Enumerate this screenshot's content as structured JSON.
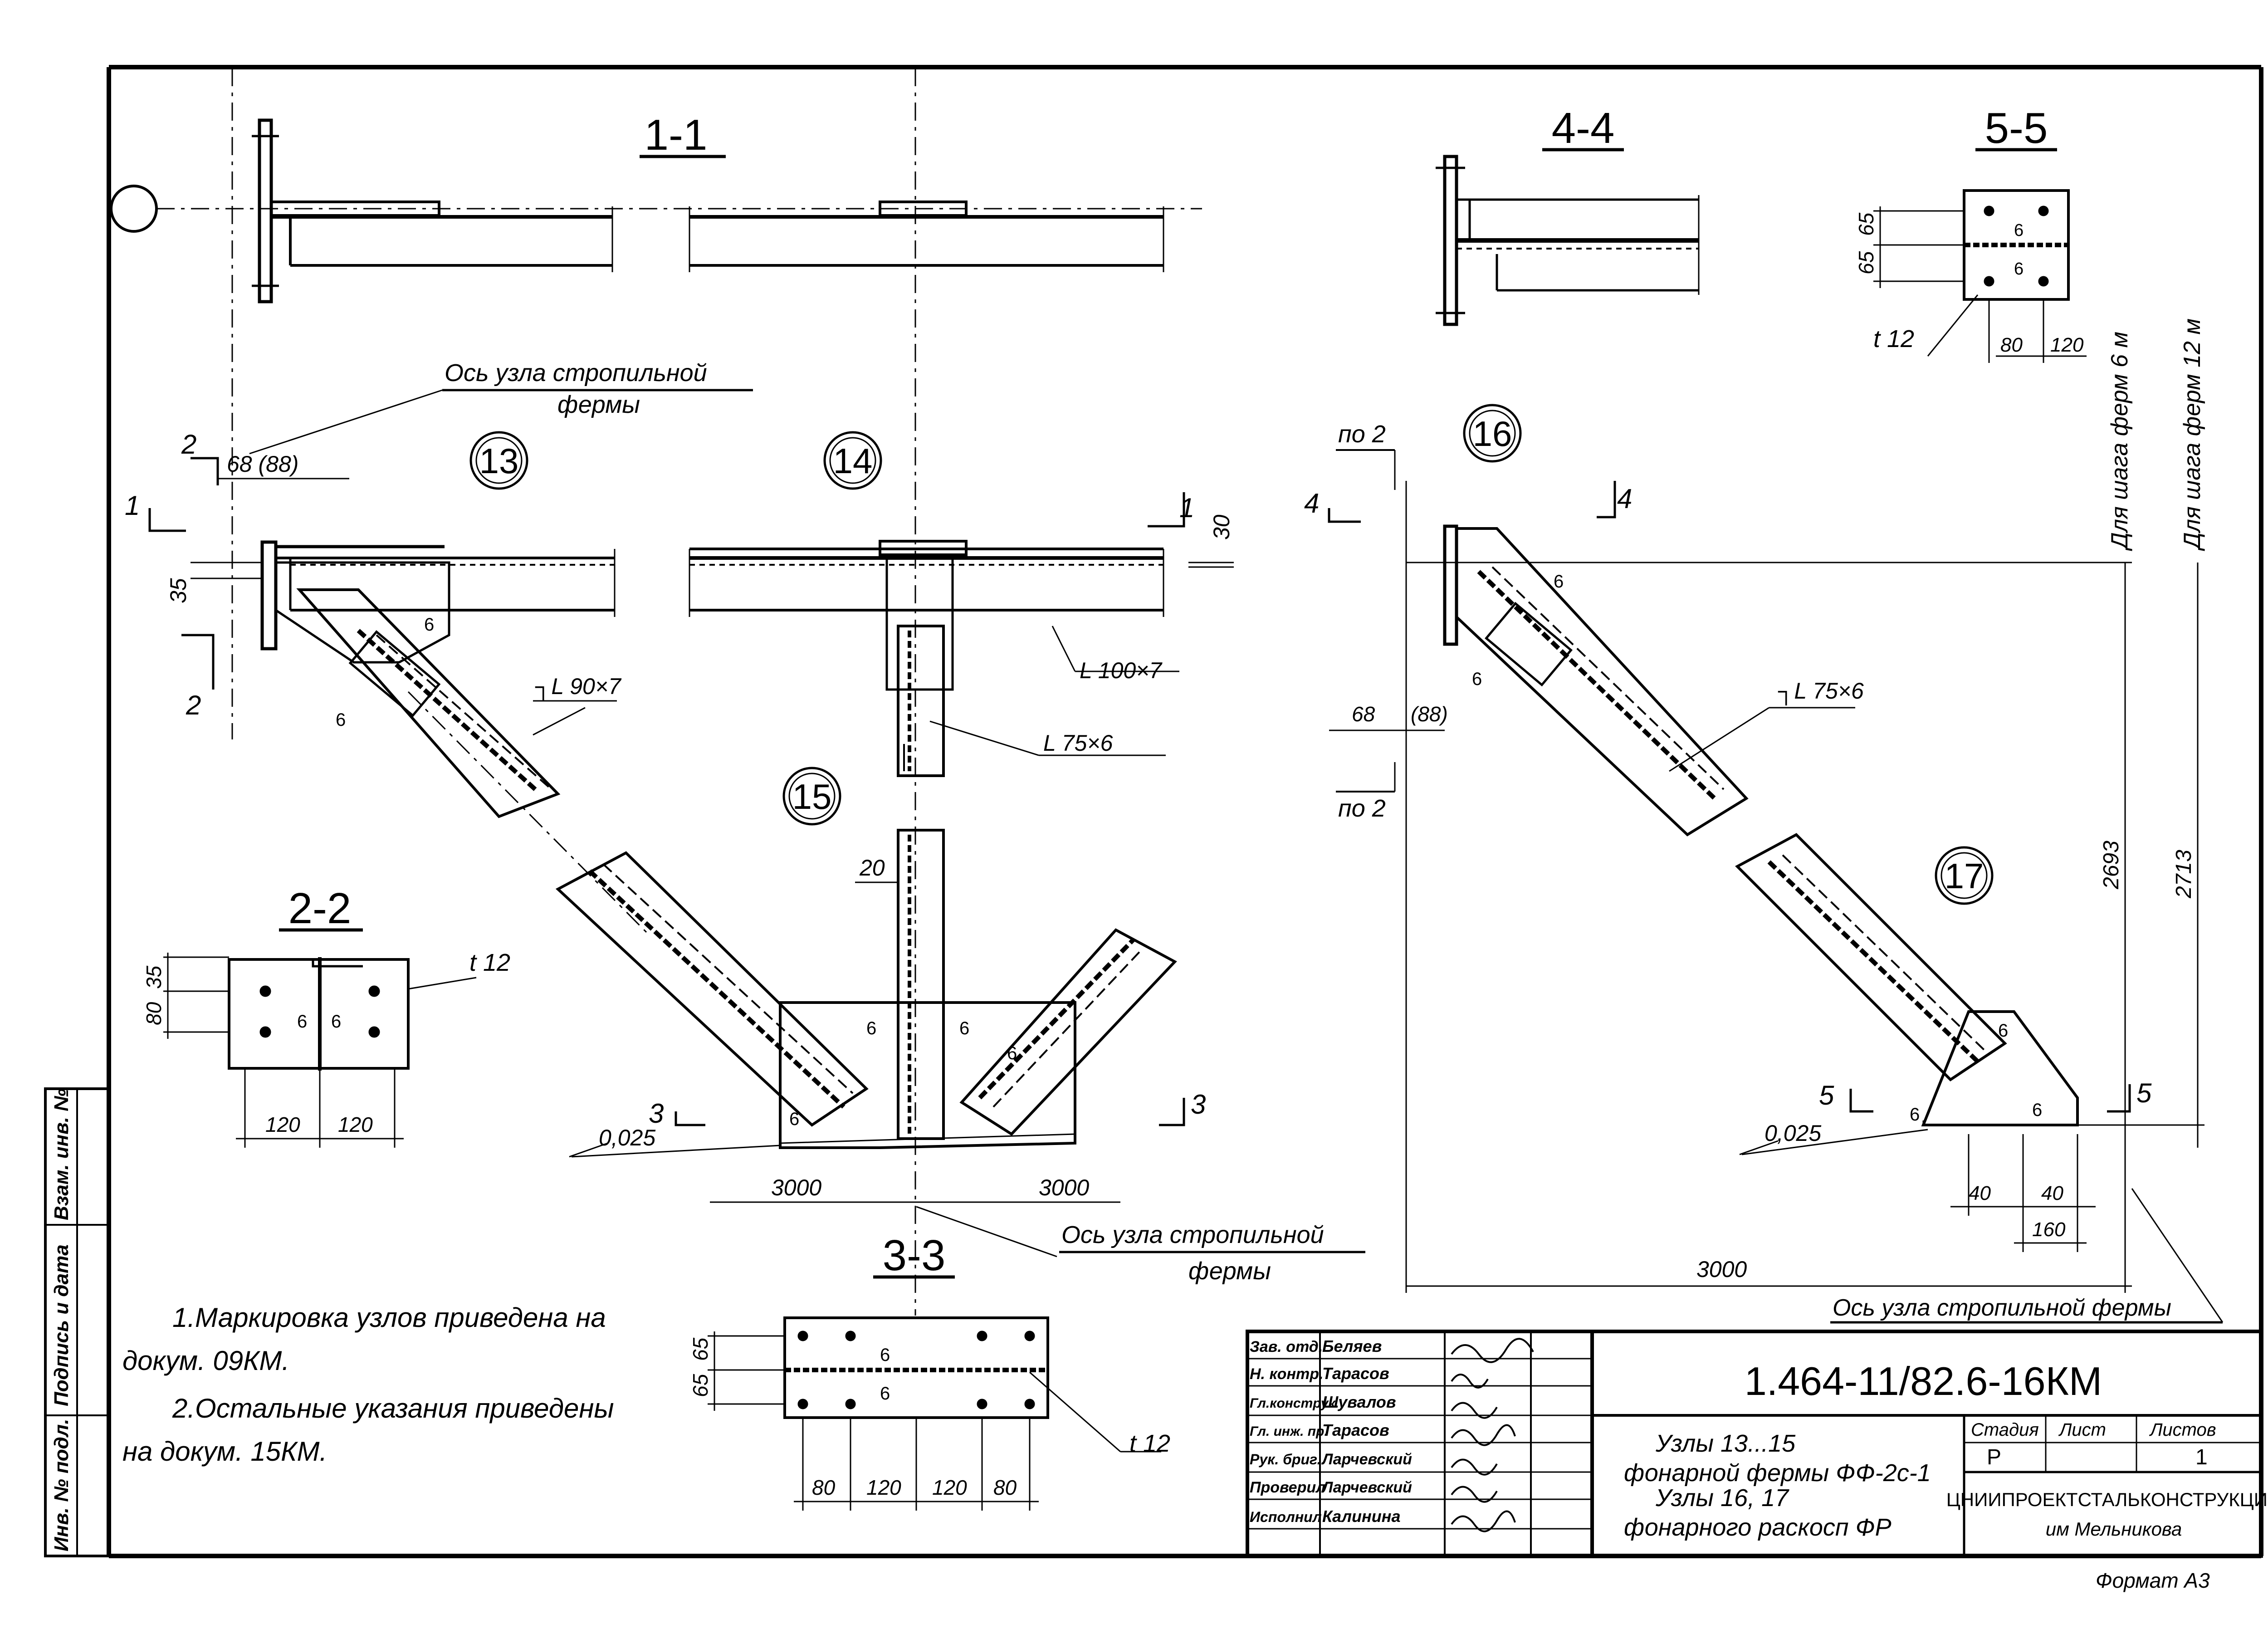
{
  "sections": {
    "s11": "1-1",
    "s22": "2-2",
    "s33": "3-3",
    "s44": "4-4",
    "s55": "5-5"
  },
  "nodes": {
    "n13": "13",
    "n14": "14",
    "n15": "15",
    "n16": "16",
    "n17": "17"
  },
  "labels": {
    "truss_axis_top_l1": "Ось узла стропильной",
    "truss_axis_top_l2": "фермы",
    "truss_axis_bottom_l1": "Ось узла стропильной",
    "truss_axis_bottom_l2": "фермы",
    "truss_axis_right": "Ось узла стропильной фермы",
    "angle_90x7": "┐L 90×7",
    "angle_100x7": "L 100×7",
    "angle_75x6_mid": "L 75×6",
    "angle_75x6_right": "┐L 75×6",
    "plate_t12_22": "t 12",
    "plate_t12_33": "t 12",
    "plate_t12_55": "t 12",
    "step_6m": "Для шага ферм 6 м",
    "step_12m": "Для шага ферм 12 м",
    "po2_top": "по 2",
    "po2_bottom": "по 2",
    "slope_left": "0,025",
    "slope_right": "0,025"
  },
  "cuts": {
    "c1": "1",
    "c1b": "1",
    "c2": "2",
    "c2b": "2",
    "c3": "3",
    "c3b": "3",
    "c4": "4",
    "c4b": "4",
    "c5": "5",
    "c5b": "5"
  },
  "dims": {
    "d68_88": "68 (88)",
    "d35": "35",
    "d30": "30",
    "d20": "20",
    "d3000_l": "3000",
    "d3000_r": "3000",
    "d68_r": "68",
    "d88_r": "(88)",
    "d2693": "2693",
    "d2713": "2713",
    "d40_a": "40",
    "d40_b": "40",
    "d160": "160",
    "d3000_bottom": "3000",
    "s22_80": "80",
    "s22_35": "35",
    "s22_120a": "120",
    "s22_120b": "120",
    "s33_65a": "65",
    "s33_65b": "65",
    "s33_80a": "80",
    "s33_120a": "120",
    "s33_120b": "120",
    "s33_80b": "80",
    "s55_65a": "65",
    "s55_65b": "65",
    "s55_80": "80",
    "s55_120": "120",
    "weld6": "6"
  },
  "notes": {
    "n1_l1": "1.Маркировка  узлов приведена на",
    "n1_l2": "докум. 09КМ.",
    "n2_l1": "2.Остальные указания приведены",
    "n2_l2": "на докум. 15КМ."
  },
  "left_strip": {
    "inv_no": "Инв. № подл.",
    "signature_date": "Подпись и дата",
    "replaces_inv": "Взам. инв. №"
  },
  "title_block": {
    "code": "1.464-11/82.6-16КМ",
    "desc_l1": "Узлы 13...15",
    "desc_l2": "фонарной фермы ФФ-2с-1",
    "desc_l3": "Узлы 16, 17",
    "desc_l4": "фонарного раскосп ФР",
    "stage_h": "Стадия",
    "sheet_h": "Лист",
    "sheets_h": "Листов",
    "stage_v": "Р",
    "sheets_v": "1",
    "org_l1": "ЦНИИПРОЕКТСТАЛЬКОНСТРУКЦИЯ",
    "org_l2": "им Мельникова",
    "format": "Формат А3",
    "rows": [
      {
        "role": "Зав. отд.",
        "name": "Беляев"
      },
      {
        "role": "Н. контр.",
        "name": "Тарасов"
      },
      {
        "role": "Гл.конструк.",
        "name": "Шувалов"
      },
      {
        "role": "Гл. инж. пр.",
        "name": "Тарасов"
      },
      {
        "role": "Рук. бриг.",
        "name": "Ларчевский"
      },
      {
        "role": "Проверил",
        "name": "Ларчевский"
      },
      {
        "role": "Исполнил",
        "name": "Калинина"
      }
    ]
  }
}
